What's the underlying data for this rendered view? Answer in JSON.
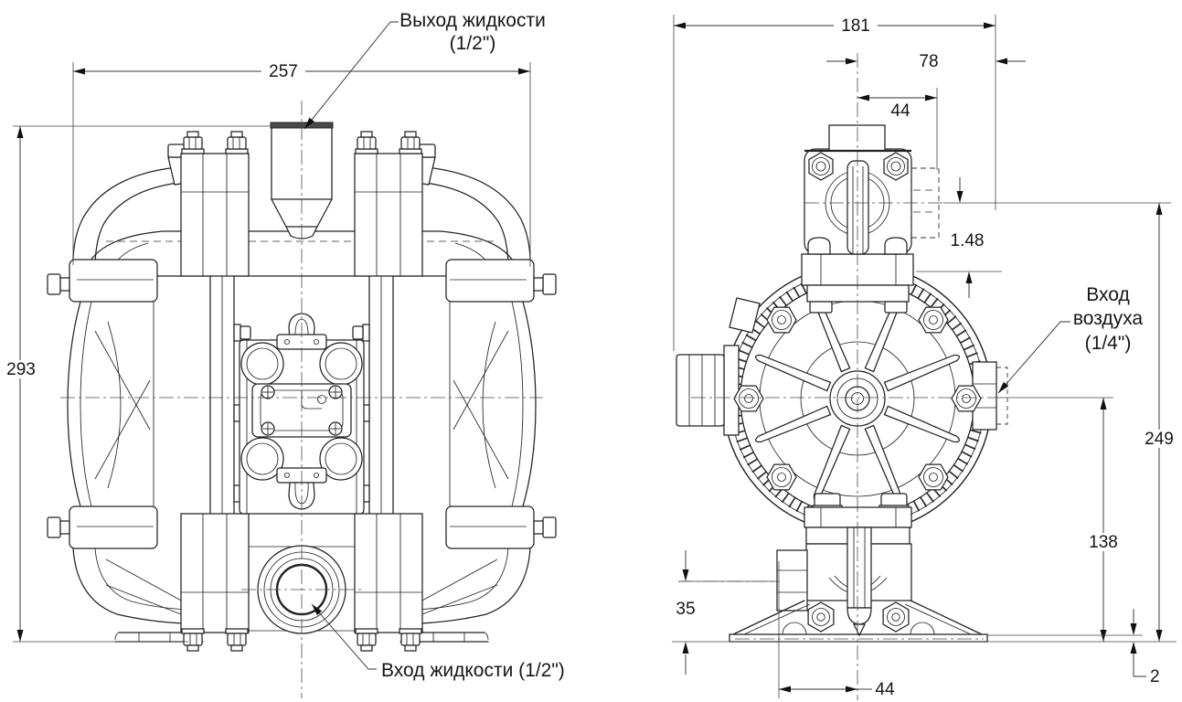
{
  "drawing": {
    "front_view": {
      "dim_width": "257",
      "dim_height": "293",
      "outlet_label_line1": "Выход жидкости",
      "outlet_label_line2": "(1/2\")",
      "inlet_label": "Вход жидкости (1/2\")"
    },
    "side_view": {
      "dim_width": "181",
      "dim_center_to_right": "78",
      "dim_port_span": "44",
      "dim_thread_depth": "1.48",
      "dim_height_from_port": "249",
      "dim_air_inlet_height": "138",
      "dim_foot_height": "35",
      "dim_base_thickness": "2",
      "dim_foot_bolt_offset": "44",
      "air_label_line1": "Вход",
      "air_label_line2": "воздуха",
      "air_label_line3": "(1/4\")"
    },
    "colors": {
      "line": "#222222",
      "background": "#ffffff",
      "accent_dark": "#4a4a4a"
    }
  }
}
